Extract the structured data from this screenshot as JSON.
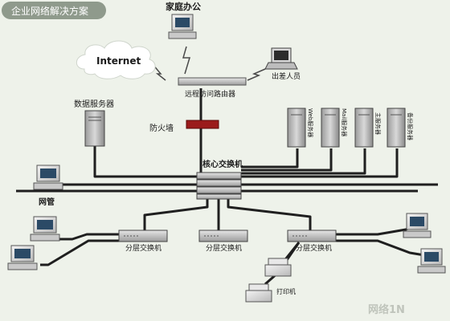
{
  "title": "企业网络解决方案",
  "nodes": {
    "home_office": "家庭办公",
    "internet": "Internet",
    "traveler": "出差人员",
    "router": "远程访问路由器",
    "firewall": "防火墙",
    "db_server": "数据服务器",
    "web_server": "Web服务器",
    "mail_server": "Mail服务器",
    "main_server": "主服务器",
    "backup_server": "备份服务器",
    "core_switch": "核心交换机",
    "netadmin": "网管",
    "floor_switch_1": "分层交换机",
    "floor_switch_2": "分层交换机",
    "floor_switch_3": "分层交换机",
    "printer": "打印机"
  },
  "watermark": "网络1N"
}
